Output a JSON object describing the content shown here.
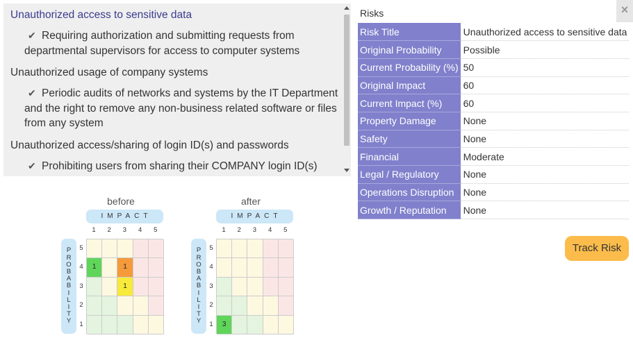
{
  "risk_list": {
    "items": [
      {
        "title": "Unauthorized access to sensitive data",
        "active": true,
        "mitigation": "Requiring authorization and submitting requests from departmental supervisors for access to computer systems"
      },
      {
        "title": "Unauthorized usage of company systems",
        "active": false,
        "mitigation": "Periodic audits of networks and systems by the IT Department and the right to remove any non-business related software or files from any system"
      },
      {
        "title": "Unauthorized access/sharing of login ID(s) and passwords",
        "active": false,
        "mitigation": "Prohibiting users from sharing their COMPANY login ID(s)"
      }
    ]
  },
  "matrices": {
    "impact_label": "IMPACT",
    "probability_label": "PROBABILITY",
    "impact_numbers": [
      "1",
      "2",
      "3",
      "4",
      "5"
    ],
    "probability_numbers": [
      "5",
      "4",
      "3",
      "2",
      "1"
    ],
    "before": {
      "label": "before",
      "cells": [
        {
          "p": 4,
          "i": 1,
          "count": "1",
          "color": "#5fd65a"
        },
        {
          "p": 4,
          "i": 3,
          "count": "1",
          "color": "#f59a3a"
        },
        {
          "p": 3,
          "i": 3,
          "count": "1",
          "color": "#f8ea3a"
        }
      ]
    },
    "after": {
      "label": "after",
      "cells": [
        {
          "p": 1,
          "i": 1,
          "count": "3",
          "color": "#5fd65a"
        }
      ]
    }
  },
  "panel": {
    "title": "Risks",
    "close_icon": "×",
    "rows": [
      {
        "key": "Risk Title",
        "value": "Unauthorized access to sensitive data"
      },
      {
        "key": "Original Probability",
        "value": "Possible"
      },
      {
        "key": "Current Probability (%)",
        "value": "50"
      },
      {
        "key": "Original Impact",
        "value": "60"
      },
      {
        "key": "Current Impact (%)",
        "value": "60"
      },
      {
        "key": "Property Damage",
        "value": "None"
      },
      {
        "key": "Safety",
        "value": "None"
      },
      {
        "key": "Financial",
        "value": "Moderate"
      },
      {
        "key": "Legal / Regulatory",
        "value": "None"
      },
      {
        "key": "Operations Disruption",
        "value": "None"
      },
      {
        "key": "Growth / Reputation",
        "value": "None"
      }
    ]
  },
  "track_button": {
    "label": "Track Risk"
  },
  "colors": {
    "grid_green": "#e4f4df",
    "grid_yellow": "#fdf8e0",
    "grid_pink": "#fbe6e6",
    "panel_key": "#8080cc",
    "track_button": "#fbbc4b"
  }
}
